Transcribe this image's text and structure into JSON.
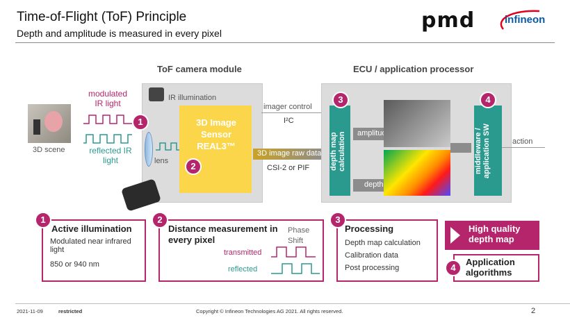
{
  "header": {
    "title": "Time-of-Flight (ToF) Principle",
    "subtitle": "Depth and amplitude is measured in every pixel",
    "logo_left": "pmd",
    "logo_right": "infineon"
  },
  "diagram": {
    "module_heading": "ToF camera module",
    "ecu_heading": "ECU / application processor",
    "modulated_ir_light": "modulated IR light",
    "reflected_ir_light": "reflected IR light",
    "scene_label": "3D scene",
    "ir_illumination": "IR illumination",
    "sensor_label": "3D Image Sensor REAL3™",
    "lens_label": "lens",
    "imager_control": "imager control",
    "i2c": "I²C",
    "raw_data": "3D image raw data",
    "csi": "CSI-2 or PIF",
    "depth_map_calc": "depth map calculation",
    "amplitude": "amplitude",
    "depth": "depth",
    "middleware": "middleware / application SW",
    "action": "action",
    "b1": "1",
    "b2": "2",
    "b3": "3",
    "b4": "4"
  },
  "cards": {
    "c1": {
      "num": "1",
      "title": "Active illumination",
      "items": [
        "Modulated near infrared light",
        "850 or 940 nm"
      ]
    },
    "c2": {
      "num": "2",
      "title": "Distance measurement in every pixel",
      "phase": "Phase Shift",
      "transmitted": "transmitted",
      "reflected": "reflected"
    },
    "c3": {
      "num": "3",
      "title": "Processing",
      "items": [
        "Depth map calculation",
        "Calibration data",
        "Post processing"
      ]
    },
    "hq": "High quality depth map",
    "c4": {
      "num": "4",
      "title": "Application algorithms"
    }
  },
  "footer": {
    "date": "2021-11-09",
    "classification": "restricted",
    "copyright": "Copyright © Infineon Technologies AG 2021. All rights reserved.",
    "page": "2"
  },
  "colors": {
    "magenta": "#b5256c",
    "teal": "#2a9a8f",
    "yellow": "#fbd64b",
    "gray": "#dcdcdc"
  }
}
